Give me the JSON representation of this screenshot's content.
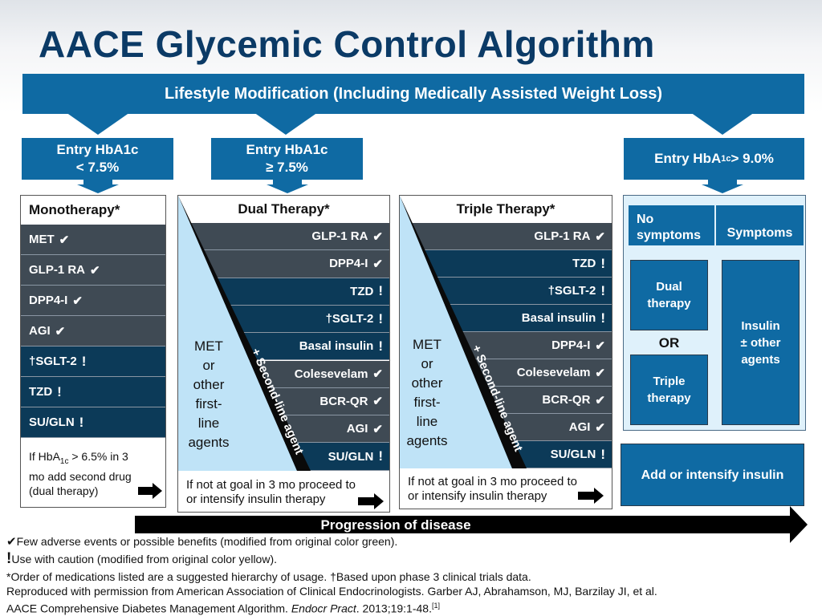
{
  "title": "AACE Glycemic Control Algorithm",
  "banner": "Lifestyle Modification (Including Medically Assisted Weight Loss)",
  "entries": {
    "mono": {
      "line1": "Entry HbA1c",
      "line2": "< 7.5%"
    },
    "dual": {
      "line1": "Entry HbA1c",
      "line2": "≥ 7.5%"
    },
    "high": {
      "prefix": "Entry HbA",
      "sub": "1c",
      "suffix": " > 9.0%"
    }
  },
  "monotherapy": {
    "header": "Monotherapy*",
    "rows": [
      {
        "label": "MET",
        "symbol": "✔"
      },
      {
        "label": "GLP-1 RA",
        "symbol": "✔"
      },
      {
        "label": "DPP4-I",
        "symbol": "✔"
      },
      {
        "label": "AGI",
        "symbol": "✔"
      },
      {
        "label": "†SGLT-2",
        "symbol": "!"
      },
      {
        "label": "TZD",
        "symbol": "!"
      },
      {
        "label": "SU/GLN",
        "symbol": "!"
      }
    ],
    "note": {
      "l1a": "If HbA",
      "l1sub": "1c",
      "l1b": " > 6.5% in 3",
      "l2": "mo add second drug",
      "l3": "(dual therapy)"
    }
  },
  "dual": {
    "header": "Dual Therapy*",
    "rows": [
      {
        "label": "GLP-1 RA",
        "symbol": "✔"
      },
      {
        "label": "DPP4-I",
        "symbol": "✔"
      },
      {
        "label": "TZD",
        "symbol": "!"
      },
      {
        "label": "†SGLT-2",
        "symbol": "!"
      },
      {
        "label": "Basal insulin",
        "symbol": "!"
      },
      {
        "label": "Colesevelam",
        "symbol": "✔"
      },
      {
        "label": "BCR-QR",
        "symbol": "✔"
      },
      {
        "label": "AGI",
        "symbol": "✔"
      },
      {
        "label": "SU/GLN",
        "symbol": "!"
      }
    ],
    "met": [
      "MET",
      "or",
      "other",
      "first-",
      "line",
      "agents"
    ],
    "agent": "+ Second-line agent",
    "note": {
      "l1": "If not at goal in 3 mo proceed to",
      "l2": "or intensify insulin therapy"
    }
  },
  "triple": {
    "header": "Triple Therapy*",
    "rows": [
      {
        "label": "GLP-1 RA",
        "symbol": "✔"
      },
      {
        "label": "TZD",
        "symbol": "!"
      },
      {
        "label": "†SGLT-2",
        "symbol": "!"
      },
      {
        "label": "Basal insulin",
        "symbol": "!"
      },
      {
        "label": "DPP4-I",
        "symbol": "✔"
      },
      {
        "label": "Colesevelam",
        "symbol": "✔"
      },
      {
        "label": "BCR-QR",
        "symbol": "✔"
      },
      {
        "label": "AGI",
        "symbol": "✔"
      },
      {
        "label": "SU/GLN",
        "symbol": "!"
      }
    ],
    "met": [
      "MET",
      "or",
      "other",
      "first-",
      "line",
      "agents"
    ],
    "agent": "+ Second-line agent",
    "note": {
      "l1": "If not at goal in 3 mo proceed to",
      "l2": "or intensify insulin therapy"
    }
  },
  "insulin_panel": {
    "no_symptoms": [
      "No",
      "symptoms"
    ],
    "symptoms": "Symptoms",
    "dual": [
      "Dual",
      "therapy"
    ],
    "or": "OR",
    "triple": [
      "Triple",
      "therapy"
    ],
    "insulin": [
      "Insulin",
      "± other",
      "agents"
    ],
    "add": "Add or intensify insulin"
  },
  "progression": "Progression of disease",
  "footer": {
    "check_sym": "✔",
    "check_text": "Few adverse events or possible benefits (modified from original color green).",
    "caution_sym": "!",
    "caution_text": "Use with caution (modified from original color yellow).",
    "order_text": "*Order of medications listed are a suggested hierarchy of usage. ",
    "dagger_text": "†Based upon phase 3 clinical trials data.",
    "repro": "Reproduced with permission from American Association of Clinical Endocrinologists. Garber AJ, Abrahamson, MJ, Barzilay JI, et al.",
    "cite_a": "AACE Comprehensive Diabetes Management Algorithm. ",
    "cite_journal": "Endocr Pract",
    "cite_b": ". 2013;19:1-48.",
    "cite_ref": "[1]"
  },
  "colors": {
    "blue": "#0f6aa3",
    "navy": "#0c3a58",
    "grey": "#3f4a54",
    "title": "#0b3a66",
    "light": "#bfe3f7"
  }
}
